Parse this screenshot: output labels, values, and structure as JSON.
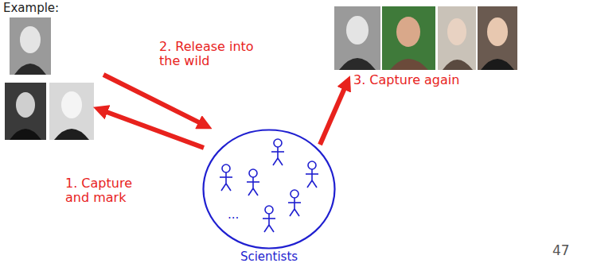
{
  "diagram": {
    "title": "Example:",
    "nodes": [
      {
        "text": [
          "Scientists"
        ]
      }
    ],
    "labels": [
      "2. Release into the wild",
      "1. Capture and mark",
      "3. Capture again",
      "...",
      "47"
    ]
  }
}
